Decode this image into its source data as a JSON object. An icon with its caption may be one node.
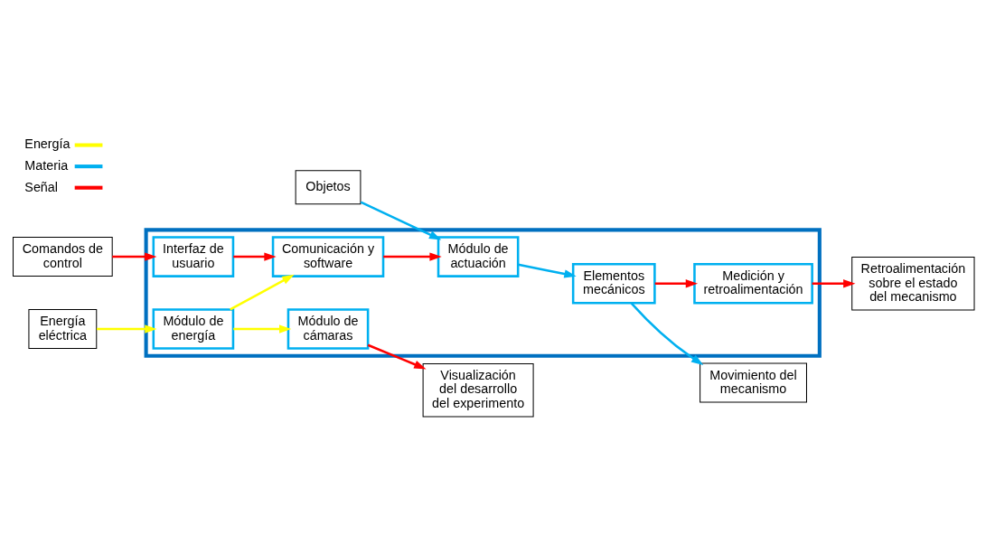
{
  "diagram": {
    "nodes": [
      {
        "text": [
          "Objetos"
        ]
      },
      {
        "text": [
          "Comandos de control"
        ]
      },
      {
        "text": [],
        "shape": "box"
      },
      {
        "text": [
          "Interfaz de usuario"
        ],
        "in": 2
      },
      {
        "text": [
          "Medición y retroalimentación"
        ],
        "in": 2
      },
      {
        "text": [
          "Comunicación y software"
        ],
        "in": 2
      },
      {
        "text": [
          "Módulo de actuación"
        ],
        "in": 2
      },
      {
        "text": [
          "Elementos mecánicos"
        ],
        "in": 2
      },
      {
        "text": [
          "Módulo de energía"
        ],
        "in": 2
      },
      {
        "text": [
          "Módulo de cámaras"
        ],
        "in": 2
      },
      {
        "text": [
          "Retroalimentación sobre el estado del mecanismo"
        ]
      },
      {
        "text": [
          "Movimiento del mecanismo"
        ]
      },
      {
        "text": [
          "Energía eléctrica"
        ]
      },
      {
        "text": [
          "Visualización del desarrollo del experimento"
        ]
      }
    ],
    "edges": [
      {
        "from": 1,
        "to": 3,
        "arrow": "to"
      },
      {
        "from": 3,
        "to": 5,
        "arrow": "to"
      },
      {
        "from": 0,
        "to": 6,
        "arrow": "to",
        "color": "#00b0f0"
      },
      {
        "from": 5,
        "to": 6,
        "arrow": "to"
      },
      {
        "from": 6,
        "to": 7,
        "arrow": "to",
        "color": "#00b0f0"
      },
      {
        "from": 7,
        "to": 4,
        "arrow": "to"
      },
      {
        "from": 4,
        "to": 10,
        "arrow": "to"
      },
      {
        "from": 7,
        "to": 11,
        "arrow": "to",
        "color": "#00b0f0"
      },
      {
        "from": 12,
        "to": 8,
        "arrow": "to",
        "color": "#ffff00"
      },
      {
        "from": 8,
        "to": 5,
        "arrow": "to",
        "color": "#ffff00"
      },
      {
        "from": 8,
        "to": 9,
        "arrow": "to",
        "color": "#ffff00"
      },
      {
        "from": 9,
        "to": 13,
        "arrow": "to"
      }
    ],
    "legend": [
      {
        "text": "Energía",
        "color": "#ffff00"
      },
      {
        "text": "Materia",
        "color": "#00b0f0"
      },
      {
        "text": "Señal",
        "color": "#ff0000"
      }
    ]
  }
}
